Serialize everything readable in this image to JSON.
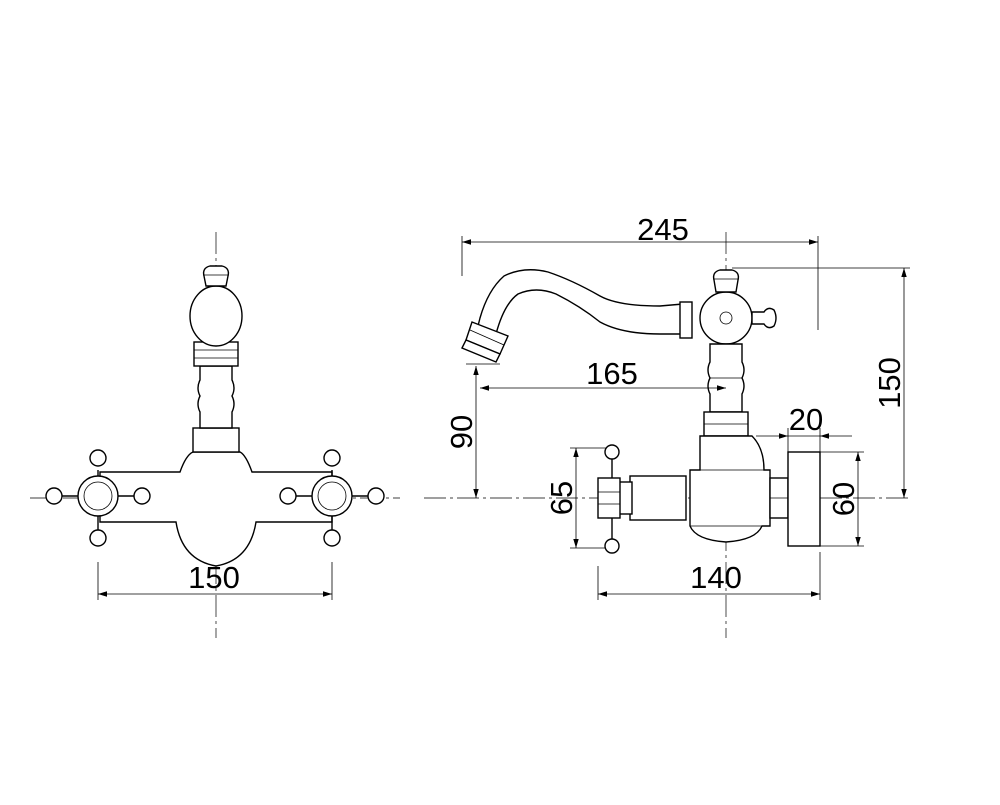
{
  "drawing": {
    "front_view": {
      "width_label": "150"
    },
    "side_view": {
      "overall_length_label": "245",
      "spout_reach_label": "165",
      "spout_height_label": "90",
      "total_height_label": "150",
      "handle_height_label": "65",
      "wall_plate_depth_label": "20",
      "wall_plate_height_label": "60",
      "body_depth_label": "140"
    }
  }
}
